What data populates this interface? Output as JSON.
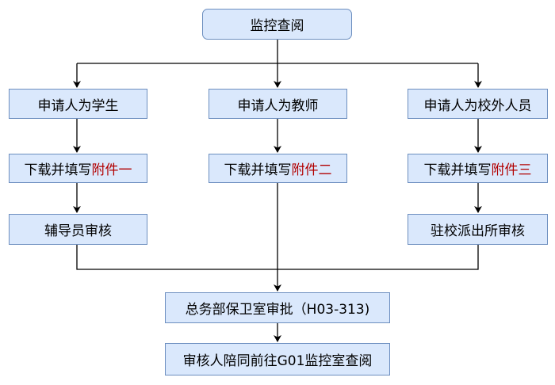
{
  "top": {
    "label": "监控查阅"
  },
  "branches": [
    {
      "applicant": "申请人为学生",
      "form_prefix": "下载并填写",
      "form_attachment": "附件一",
      "review": "辅导员审核"
    },
    {
      "applicant": "申请人为教师",
      "form_prefix": "下载并填写",
      "form_attachment": "附件二",
      "review": null
    },
    {
      "applicant": "申请人为校外人员",
      "form_prefix": "下载并填写",
      "form_attachment": "附件三",
      "review": "驻校派出所审核"
    }
  ],
  "approval": {
    "label": "总务部保卫室审批（H03-313)"
  },
  "final": {
    "label": "审核人陪同前往G01监控室查阅"
  },
  "colors": {
    "box_fill": "#dae8fc",
    "box_border": "#6c8ebf",
    "line": "#000000",
    "highlight": "#b20000"
  }
}
